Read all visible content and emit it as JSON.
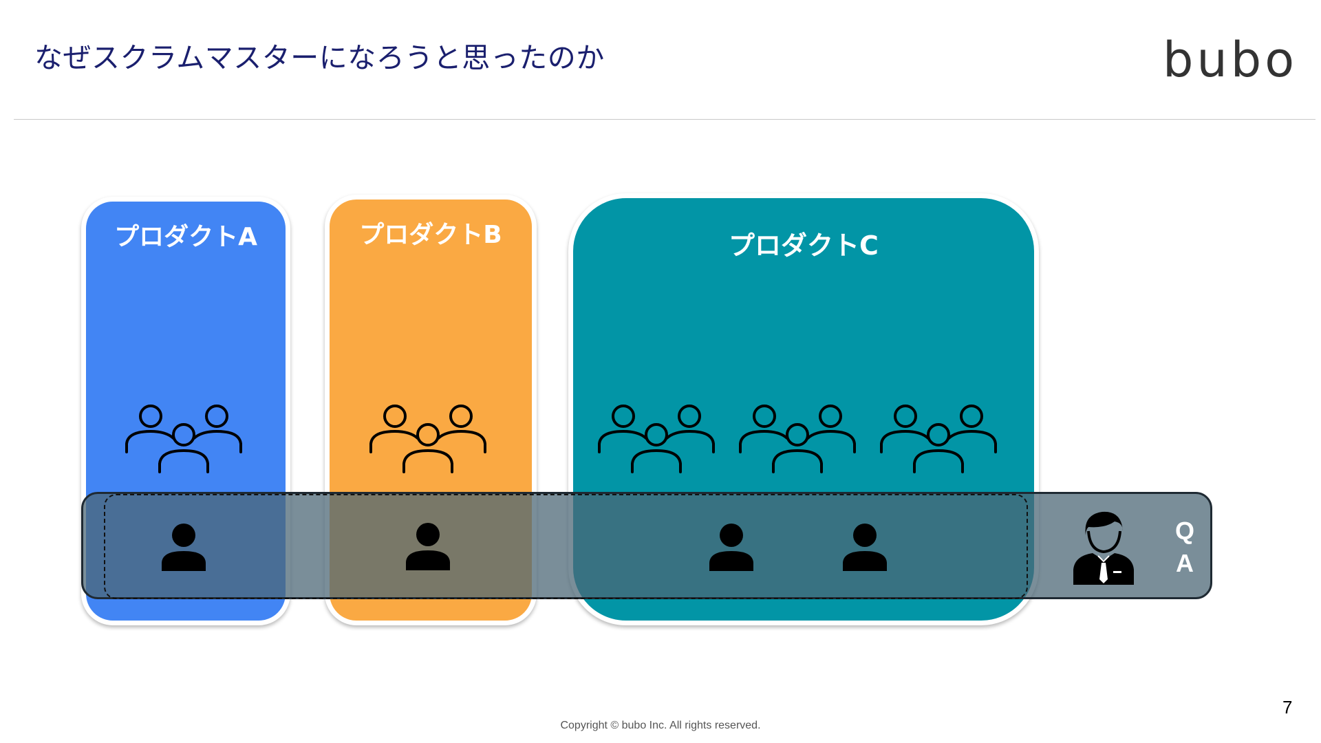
{
  "slide": {
    "title": "なぜスクラムマスターになろうと思ったのか",
    "logo": "bubo",
    "page_number": "7",
    "copyright": "Copyright © bubo Inc. All rights reserved."
  },
  "products": [
    {
      "label": "プロダクトA",
      "color": "#4285f4",
      "team_icon": "team-icon",
      "member_icon": "person-icon"
    },
    {
      "label": "プロダクトB",
      "color": "#faa943",
      "team_icon": "team-icon",
      "member_icon": "person-icon"
    },
    {
      "label": "プロダクトC",
      "color": "#0295a6",
      "team_icon": "team-icon",
      "member_icon": "person-icon"
    }
  ],
  "qa_group": {
    "label": "QA",
    "label_line1": "Q",
    "label_line2": "A",
    "band_color": "#4b6676",
    "leader_icon": "businessman-icon"
  }
}
